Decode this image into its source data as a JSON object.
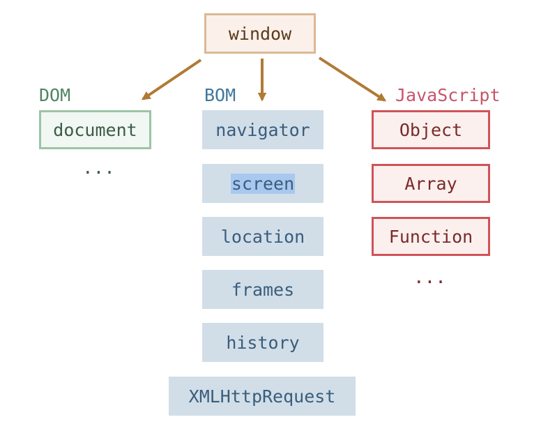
{
  "window": {
    "label": "window"
  },
  "groups": {
    "dom": {
      "heading": "DOM",
      "items": [
        "document"
      ],
      "more": "..."
    },
    "bom": {
      "heading": "BOM",
      "items": [
        "navigator",
        "screen",
        "location",
        "frames",
        "history",
        "XMLHttpRequest"
      ],
      "selected_item": "screen"
    },
    "javascript": {
      "heading": "JavaScript",
      "items": [
        "Object",
        "Array",
        "Function"
      ],
      "more": "..."
    }
  },
  "colors": {
    "arrow": "#b07a36",
    "window_border": "#dcb896",
    "dom": "#4f8464",
    "bom": "#40779e",
    "javascript": "#c7556a",
    "selection": "#a9c8ef"
  }
}
